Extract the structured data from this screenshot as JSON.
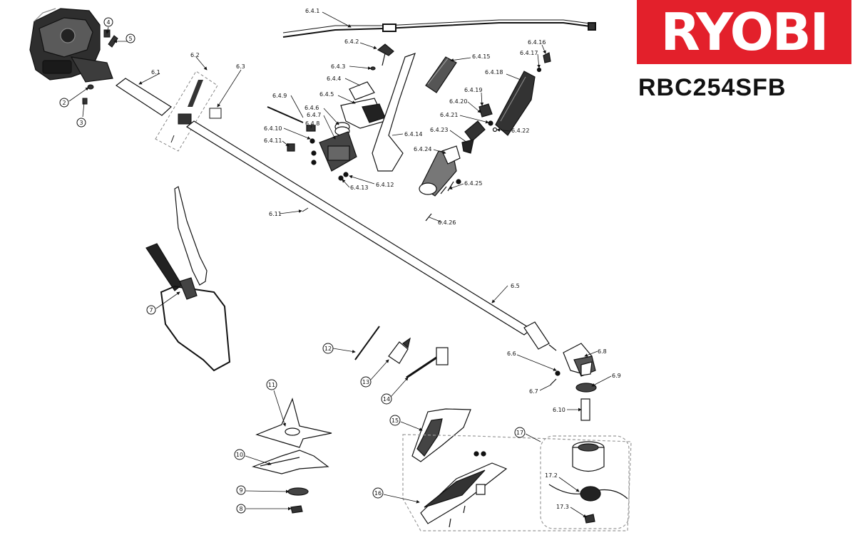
{
  "brand": {
    "logo_text": "RYOBI",
    "color": "#e3202b"
  },
  "model": "RBC254SFB",
  "labels": {
    "p641": "6.4.1",
    "p642": "6.4.2",
    "p643": "6.4.3",
    "p644": "6.4.4",
    "p645": "6.4.5",
    "p646": "6.4.6",
    "p647": "6.4.7",
    "p648": "6.4.8",
    "p649": "6.4.9",
    "p6410": "6.4.10",
    "p6411": "6.4.11",
    "p6412": "6.4.12",
    "p6413": "6.4.13",
    "p6414": "6.4.14",
    "p6415": "6.4.15",
    "p6416": "6.4.16",
    "p6417": "6.4.17",
    "p6418": "6.4.18",
    "p6419": "6.4.19",
    "p6420": "6.4.20",
    "p6421": "6.4.21",
    "p6422": "6.4.22",
    "p6423": "6.4.23",
    "p6424": "6.4.24",
    "p6425": "6.4.25",
    "p6426": "6.4.26",
    "p61": "6.1",
    "p62": "6.2",
    "p63": "6.3",
    "p65": "6.5",
    "p66": "6.6",
    "p67": "6.7",
    "p68": "6.8",
    "p69": "6.9",
    "p610": "6.10",
    "p611": "6.11",
    "p2": "2",
    "p3": "3",
    "p4": "4",
    "p5": "5",
    "p7": "7",
    "p8": "8",
    "p9": "9",
    "p10": "10",
    "p11": "11",
    "p12": "12",
    "p13": "13",
    "p14": "14",
    "p15": "15",
    "p16": "16",
    "p17": "17",
    "p172": "17.2",
    "p173": "17.3"
  }
}
